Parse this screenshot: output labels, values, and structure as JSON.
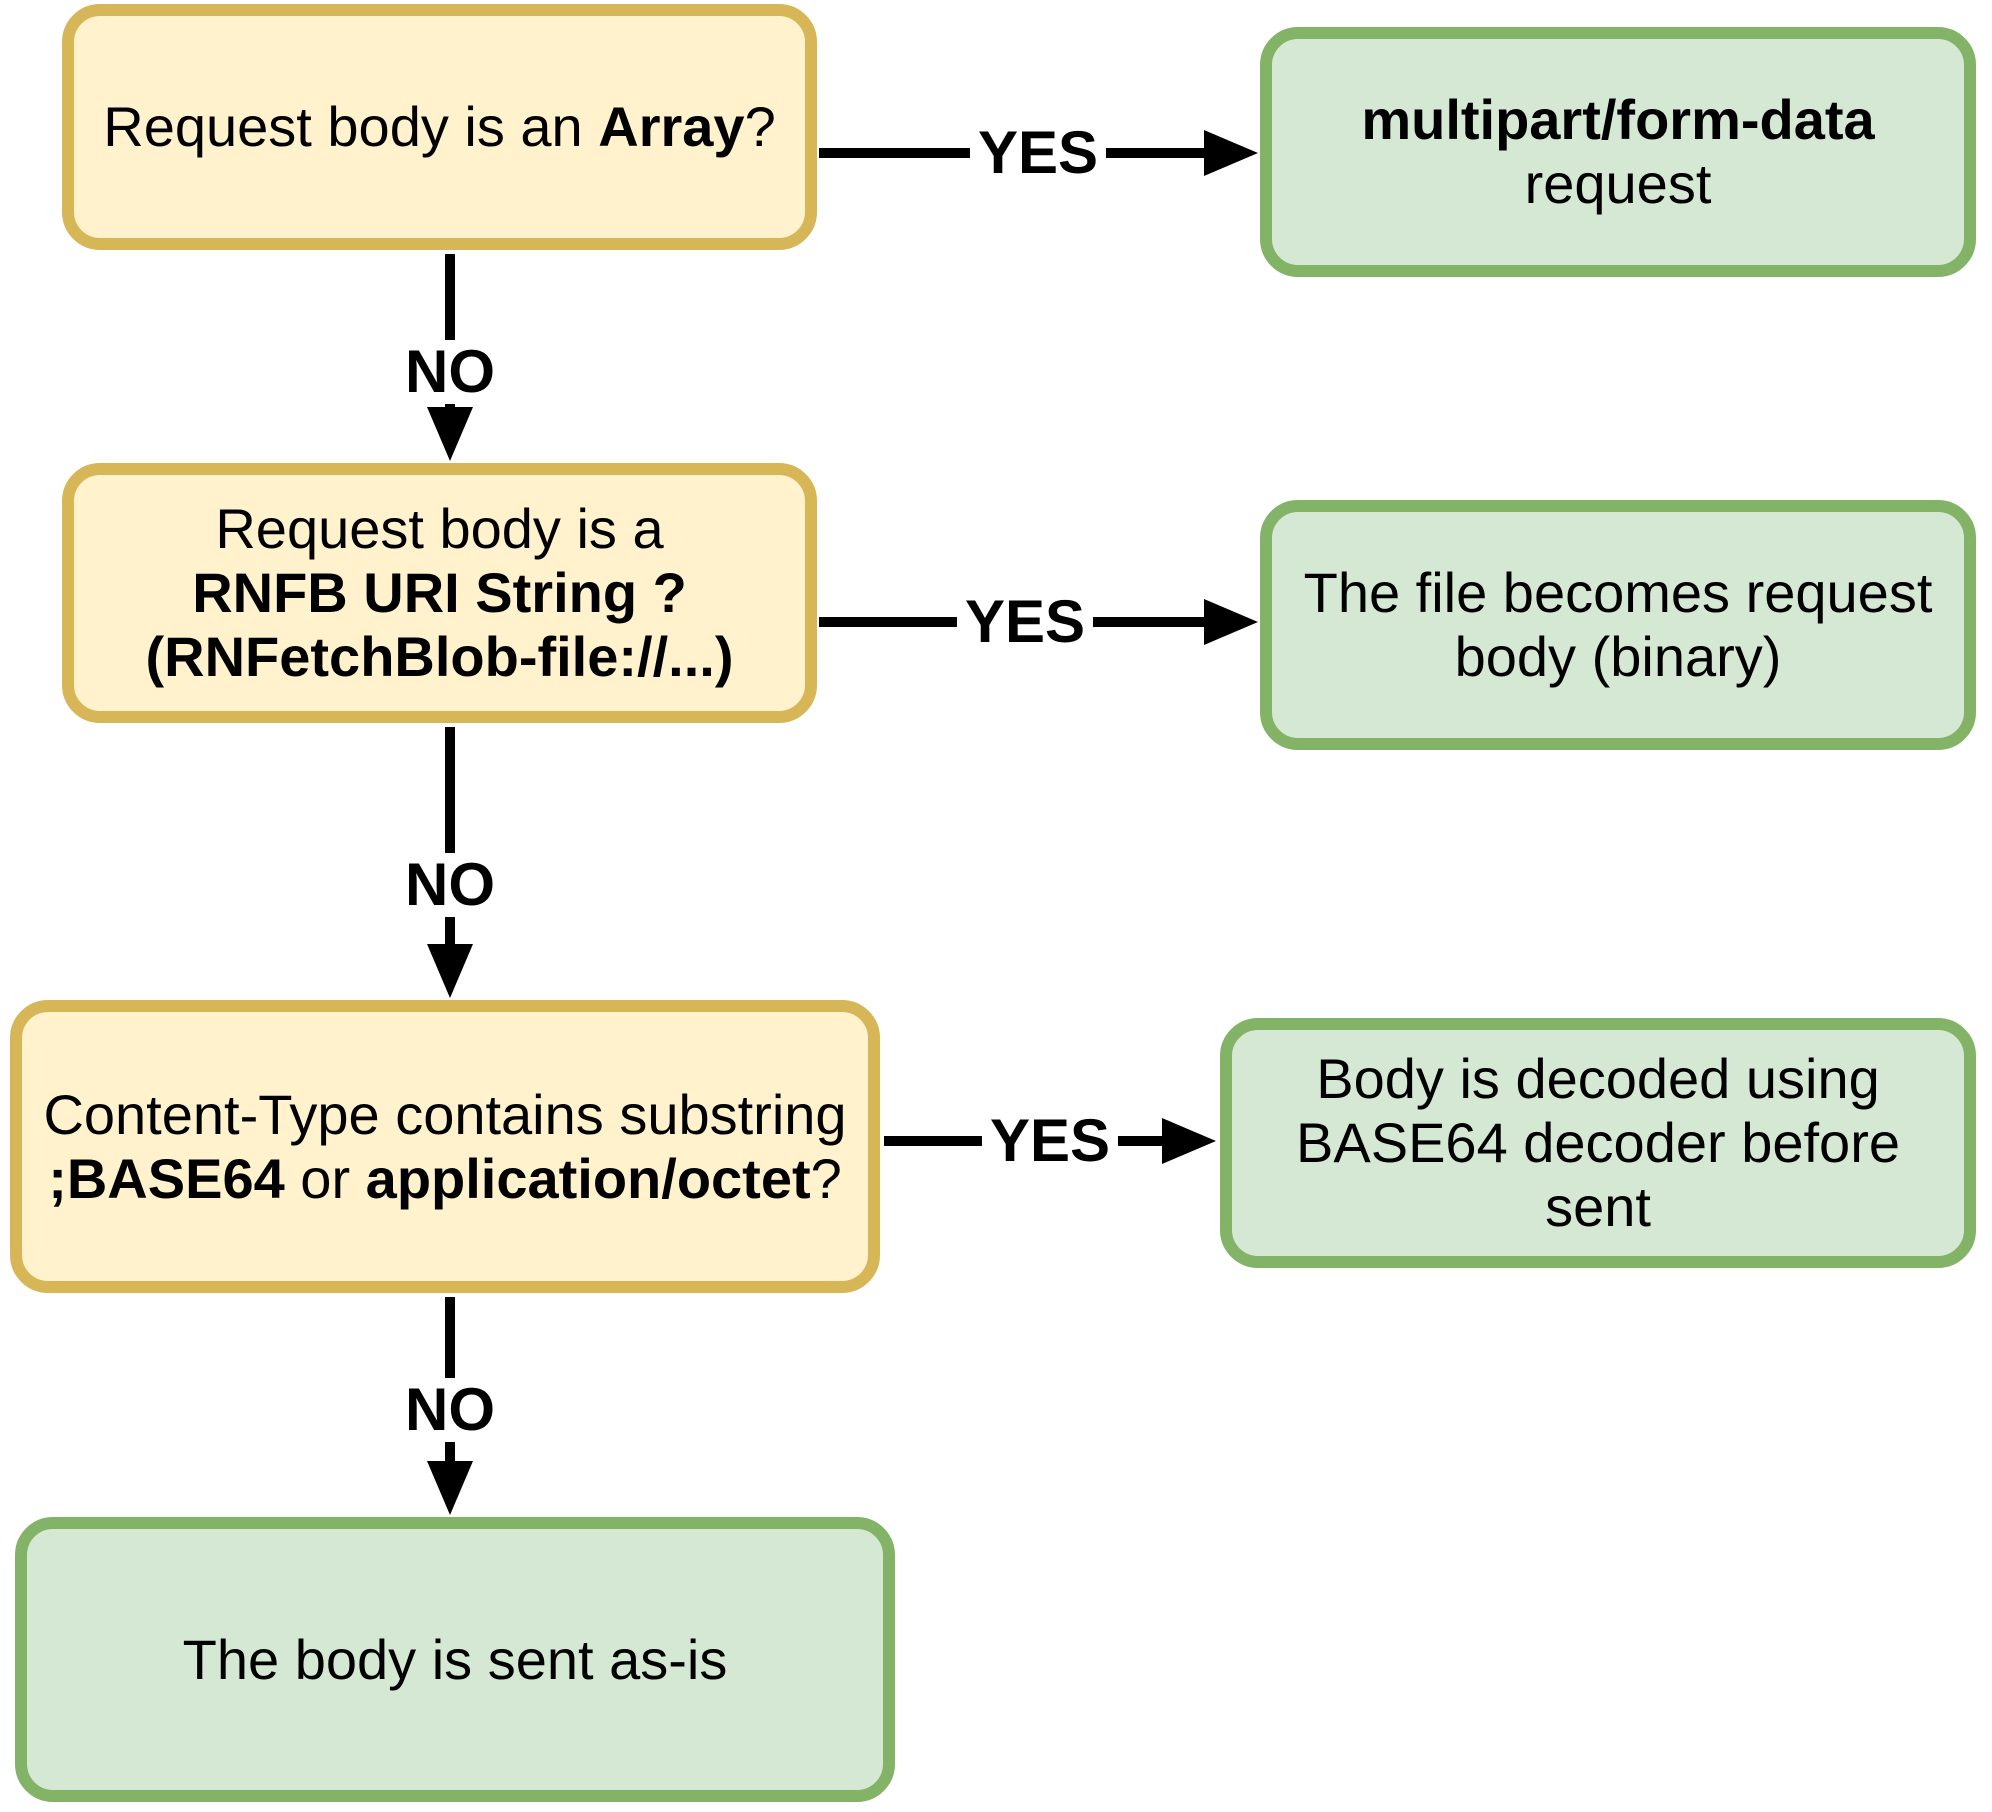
{
  "colors": {
    "decision_fill": "#FFF2CC",
    "decision_border": "#D6B656",
    "result_fill": "#D5E8D4",
    "result_border": "#82B366",
    "arrow": "#000000",
    "text": "#000000",
    "background": "#FFFFFF"
  },
  "nodes": [
    {
      "id": "array-question",
      "kind": "decision",
      "lines": [
        [
          {
            "text": "Request body is an ",
            "bold": false
          },
          {
            "text": "Array",
            "bold": true
          },
          {
            "text": "?",
            "bold": false
          }
        ]
      ]
    },
    {
      "id": "multipart-result",
      "kind": "result",
      "lines": [
        [
          {
            "text": "multipart/form-data",
            "bold": true
          }
        ],
        [
          {
            "text": "request",
            "bold": false
          }
        ]
      ]
    },
    {
      "id": "rnfb-uri-question",
      "kind": "decision",
      "lines": [
        [
          {
            "text": "Request body is a",
            "bold": false
          }
        ],
        [
          {
            "text": "RNFB URI String ?",
            "bold": true
          }
        ],
        [
          {
            "text": "(RNFetchBlob-file://...)",
            "bold": true
          }
        ]
      ]
    },
    {
      "id": "file-binary-result",
      "kind": "result",
      "lines": [
        [
          {
            "text": "The file becomes request",
            "bold": false
          }
        ],
        [
          {
            "text": "body (binary)",
            "bold": false
          }
        ]
      ]
    },
    {
      "id": "base64-question",
      "kind": "decision",
      "lines": [
        [
          {
            "text": "Content-Type contains substring",
            "bold": false
          }
        ],
        [
          {
            "text": ";BASE64",
            "bold": true
          },
          {
            "text": " or ",
            "bold": false
          },
          {
            "text": "application/octet",
            "bold": true
          },
          {
            "text": "?",
            "bold": false
          }
        ]
      ]
    },
    {
      "id": "base64-decode-result",
      "kind": "result",
      "lines": [
        [
          {
            "text": "Body is decoded using",
            "bold": false
          }
        ],
        [
          {
            "text": "BASE64 decoder before sent",
            "bold": false
          }
        ]
      ]
    },
    {
      "id": "as-is-result",
      "kind": "result",
      "lines": [
        [
          {
            "text": "The body is sent as-is",
            "bold": false
          }
        ]
      ]
    }
  ],
  "edges": [
    {
      "from": "array-question",
      "to": "multipart-result",
      "label": "YES"
    },
    {
      "from": "array-question",
      "to": "rnfb-uri-question",
      "label": "NO"
    },
    {
      "from": "rnfb-uri-question",
      "to": "file-binary-result",
      "label": "YES"
    },
    {
      "from": "rnfb-uri-question",
      "to": "base64-question",
      "label": "NO"
    },
    {
      "from": "base64-question",
      "to": "base64-decode-result",
      "label": "YES"
    },
    {
      "from": "base64-question",
      "to": "as-is-result",
      "label": "NO"
    }
  ]
}
